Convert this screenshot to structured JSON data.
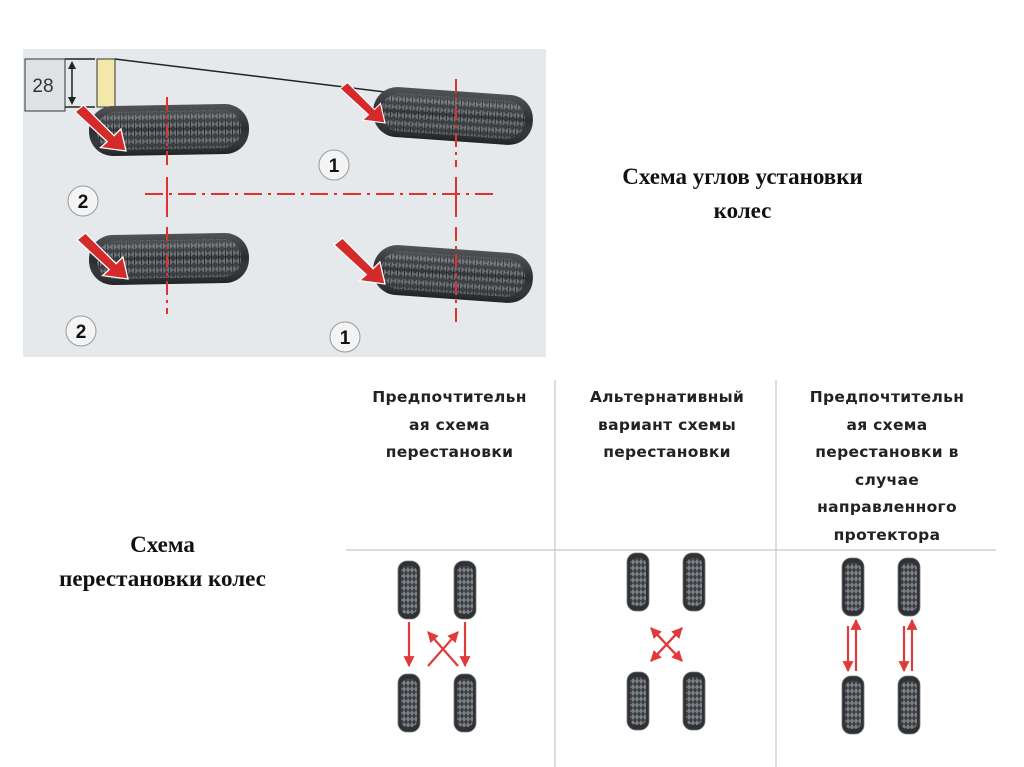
{
  "diagram": {
    "dimension_value": "28",
    "marker_1": "1",
    "marker_2": "2",
    "colors": {
      "guide_red": "#e0322e",
      "arrow_red": "#d42a2a",
      "background": "#e6e9ec"
    }
  },
  "captions": {
    "angles_line1": "Схема углов установки",
    "angles_line2": "колес",
    "rotation_line1": "Схема",
    "rotation_line2": "перестановки колес"
  },
  "rotation_table": {
    "columns": [
      {
        "lines": [
          "Предпочтительн",
          "ая схема",
          "перестановки"
        ],
        "pattern": "cross"
      },
      {
        "lines": [
          "Альтернативный",
          "вариант схемы",
          "перестановки"
        ],
        "pattern": "x-only"
      },
      {
        "lines": [
          "Предпочтительн",
          "ая схема",
          "перестановки в",
          "случае",
          "направленного",
          "протектора"
        ],
        "pattern": "front-back"
      }
    ],
    "colors": {
      "arrow_red": "#e03a3a",
      "tire_dark": "#3a3d40",
      "grid_line": "#c8c8c8"
    }
  }
}
